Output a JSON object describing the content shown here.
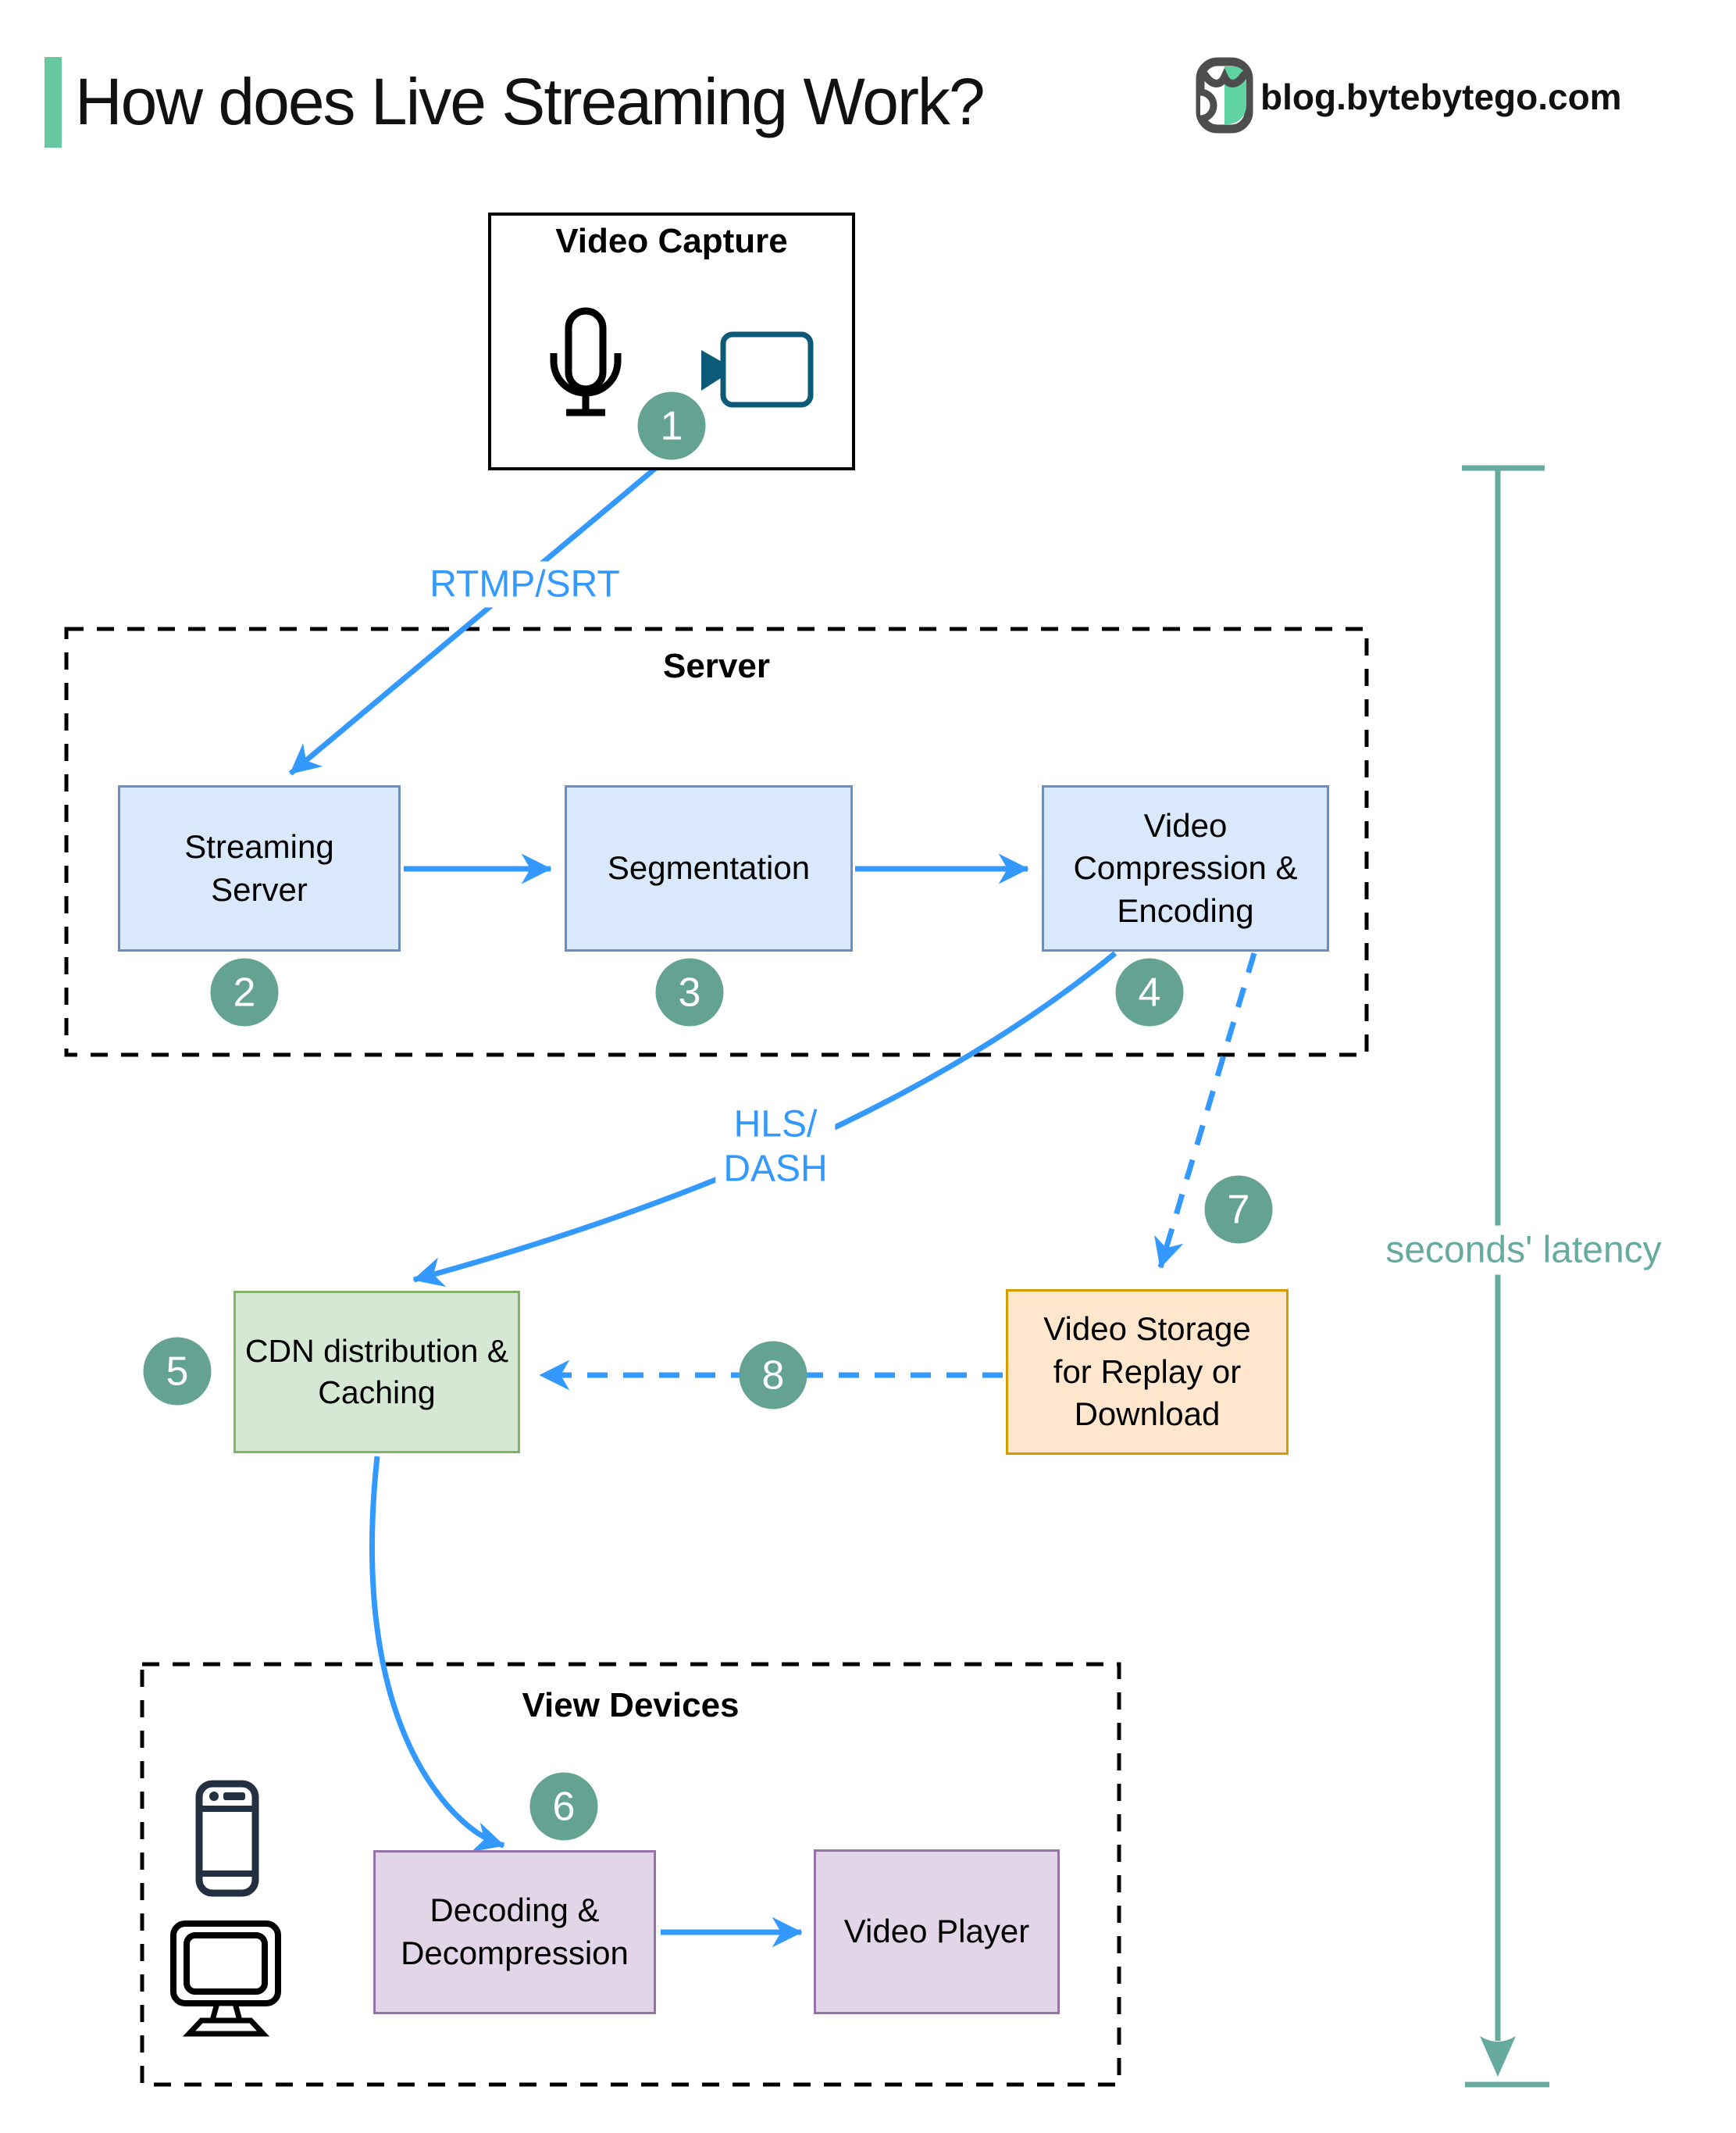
{
  "header": {
    "title": "How does Live Streaming Work?",
    "site": "blog.bytebytego.com"
  },
  "capture": {
    "title": "Video Capture"
  },
  "labels": {
    "ingest_protocol": "RTMP/SRT",
    "delivery_protocol_line1": "HLS/",
    "delivery_protocol_line2": "DASH",
    "latency": "seconds' latency"
  },
  "server": {
    "title": "Server",
    "streaming": "Streaming Server",
    "segmentation": "Segmentation",
    "compression": "Video Compression & Encoding"
  },
  "distribution": {
    "cdn": "CDN distribution & Caching",
    "storage": "Video Storage for Replay or Download"
  },
  "viewer": {
    "title": "View Devices",
    "decoding": "Decoding & Decompression",
    "player": "Video Player"
  },
  "steps": {
    "n1": "1",
    "n2": "2",
    "n3": "3",
    "n4": "4",
    "n5": "5",
    "n6": "6",
    "n7": "7",
    "n8": "8"
  },
  "colors": {
    "arrow_blue": "#3399ff",
    "step_badge_teal": "#64a392",
    "latency_teal": "#67ab9f",
    "accent_green": "#67c7a1",
    "box_blue_fill": "#dae8fc",
    "box_blue_stroke": "#6c8ebf",
    "box_green_fill": "#d5e8d4",
    "box_green_stroke": "#82b366",
    "box_orange_fill": "#ffe6cc",
    "box_orange_stroke": "#d79b00",
    "box_purple_fill": "#e1d5e7",
    "box_purple_stroke": "#9673a6",
    "camera_teal": "#0d5a78"
  }
}
